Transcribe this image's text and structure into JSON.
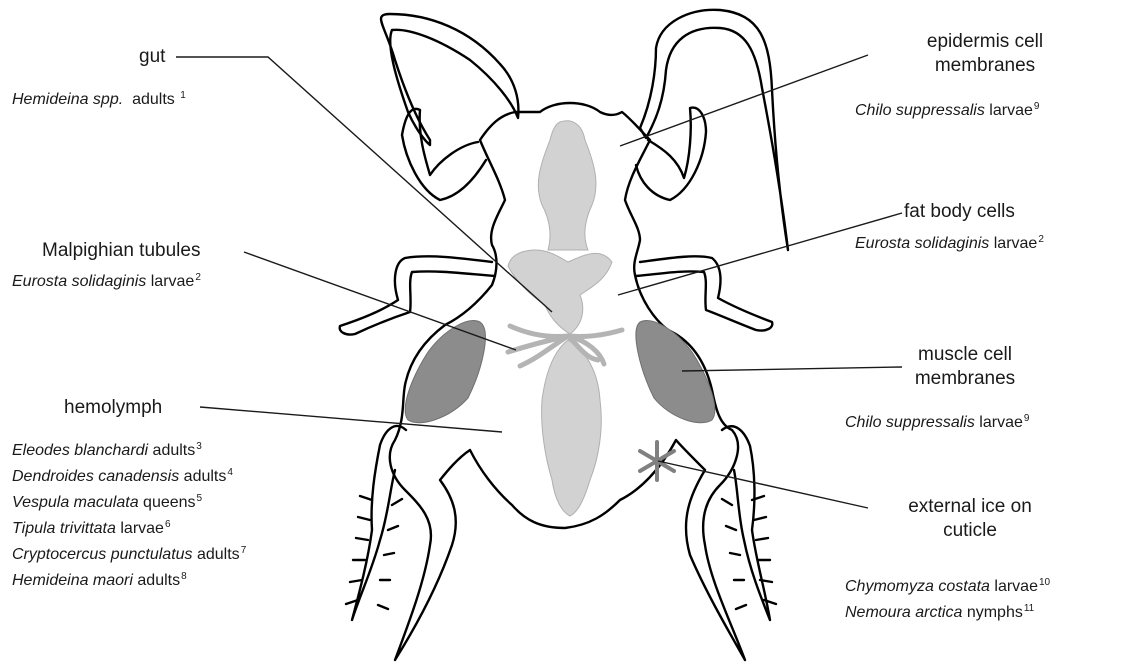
{
  "structures": {
    "gut": {
      "label": "gut",
      "species": [
        {
          "name": "Hemideina spp.",
          "stage": "adults",
          "ref": "1"
        }
      ]
    },
    "malpighian": {
      "label": "Malpighian tubules",
      "species": [
        {
          "name": "Eurosta solidaginis",
          "stage": "larvae",
          "ref": "2"
        }
      ]
    },
    "hemolymph": {
      "label": "hemolymph",
      "species": [
        {
          "name": "Eleodes blanchardi",
          "stage": "adults",
          "ref": "3"
        },
        {
          "name": "Dendroides canadensis",
          "stage": "adults",
          "ref": "4"
        },
        {
          "name": "Vespula maculata",
          "stage": "queens",
          "ref": "5"
        },
        {
          "name": "Tipula trivittata",
          "stage": "larvae",
          "ref": "6"
        },
        {
          "name": "Cryptocercus punctulatus",
          "stage": "adults",
          "ref": "7"
        },
        {
          "name": "Hemideina maori",
          "stage": "adults",
          "ref": "8"
        }
      ]
    },
    "epidermis": {
      "label_line1": "epidermis cell",
      "label_line2": "membranes",
      "species": [
        {
          "name": "Chilo suppressalis",
          "stage": "larvae",
          "ref": "9"
        }
      ]
    },
    "fatbody": {
      "label": "fat body cells",
      "species": [
        {
          "name": "Eurosta solidaginis",
          "stage": "larvae",
          "ref": "2"
        }
      ]
    },
    "muscle": {
      "label_line1": "muscle cell",
      "label_line2": "membranes",
      "species": [
        {
          "name": "Chilo suppressalis",
          "stage": "larvae",
          "ref": "9"
        }
      ]
    },
    "ice": {
      "label_line1": "external ice on",
      "label_line2": "cuticle",
      "species": [
        {
          "name": "Chymomyza costata",
          "stage": "larvae",
          "ref": "10"
        },
        {
          "name": "Nemoura arctica",
          "stage": "nymphs",
          "ref": "11"
        }
      ]
    }
  },
  "colors": {
    "outline": "#000000",
    "organ_fill": "#d2d2d2",
    "muscle_fill": "#8c8c8c",
    "tubule": "#b4b4b4",
    "ice_icon": "#808080"
  }
}
